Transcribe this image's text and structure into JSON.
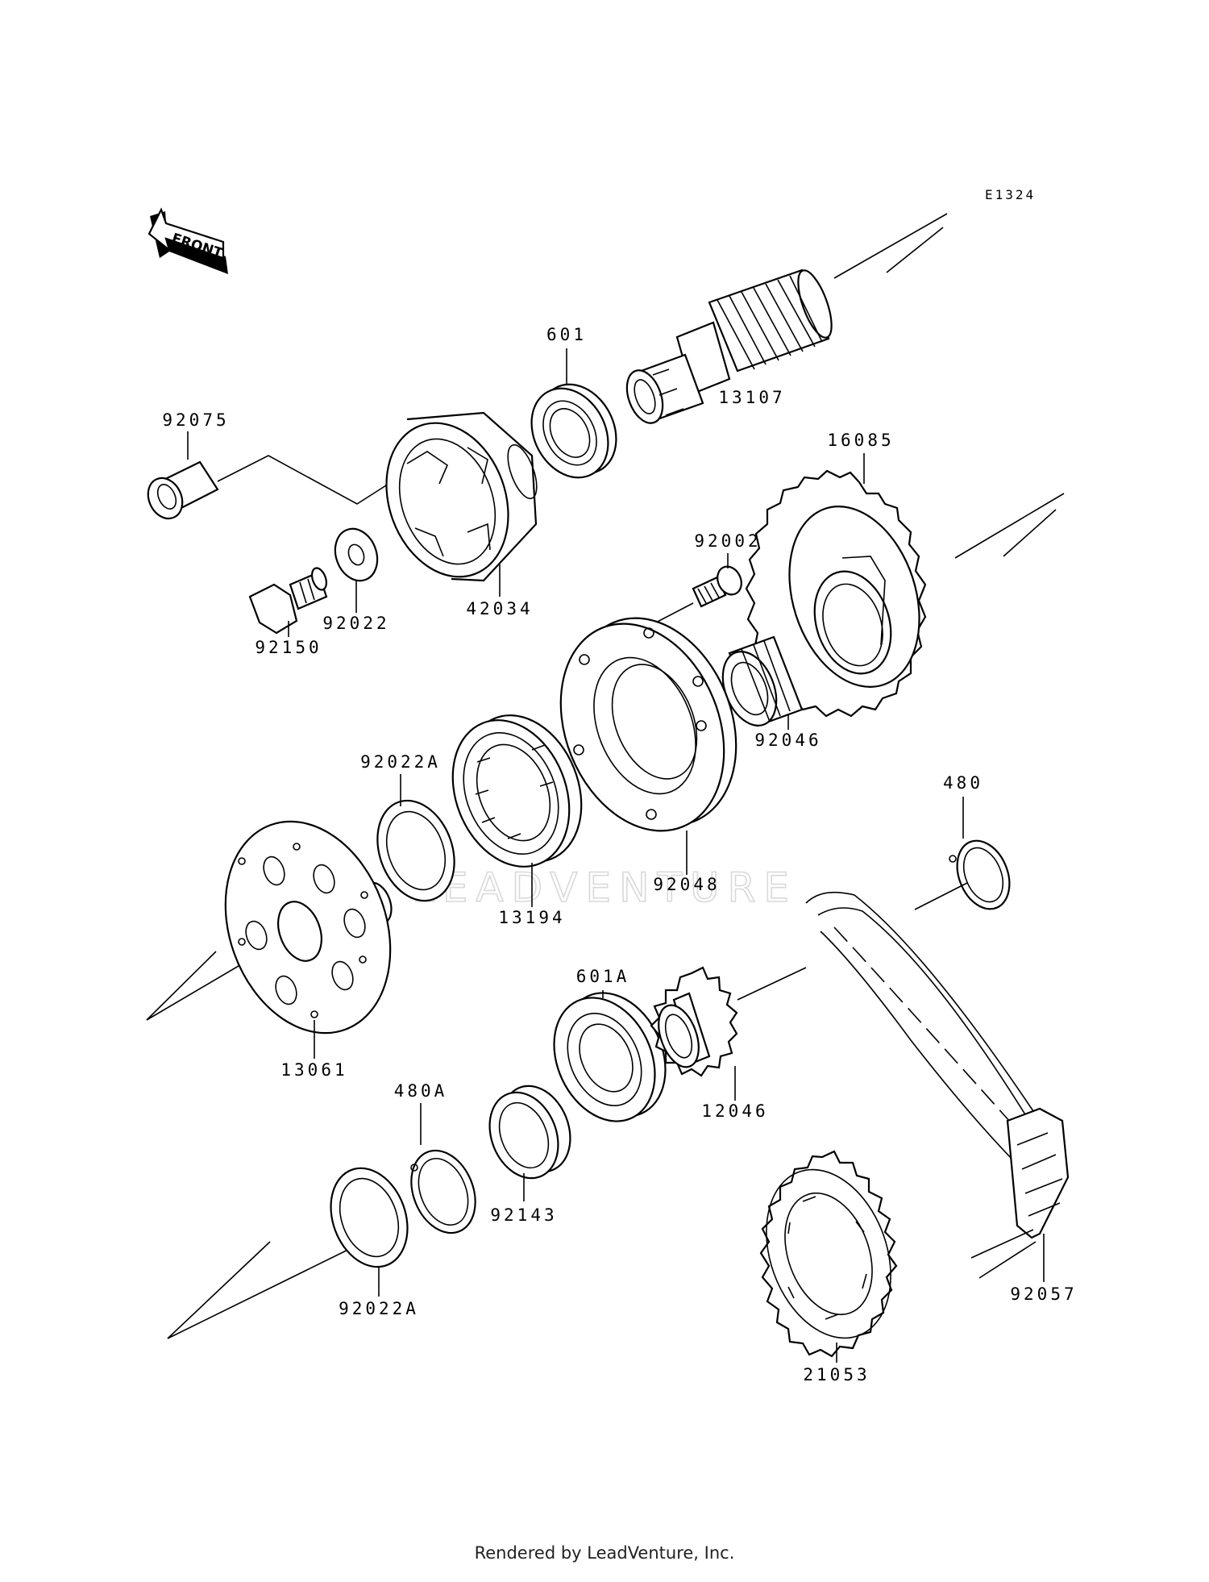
{
  "diagram_code": "E1324",
  "front_label": "FRONT",
  "watermark": "LEADVENTURE",
  "footer": "Rendered by LeadVenture, Inc.",
  "parts": {
    "p13107": "13107",
    "p601": "601",
    "p92075": "92075",
    "p42034": "42034",
    "p92022": "92022",
    "p92150": "92150",
    "p16085": "16085",
    "p92002": "92002",
    "p92046": "92046",
    "p92048": "92048",
    "p92022A_upper": "92022A",
    "p13194": "13194",
    "p13061": "13061",
    "p480": "480",
    "p601A": "601A",
    "p12046": "12046",
    "p480A": "480A",
    "p92143": "92143",
    "p92022A_lower": "92022A",
    "p92057": "92057",
    "p21053": "21053"
  }
}
